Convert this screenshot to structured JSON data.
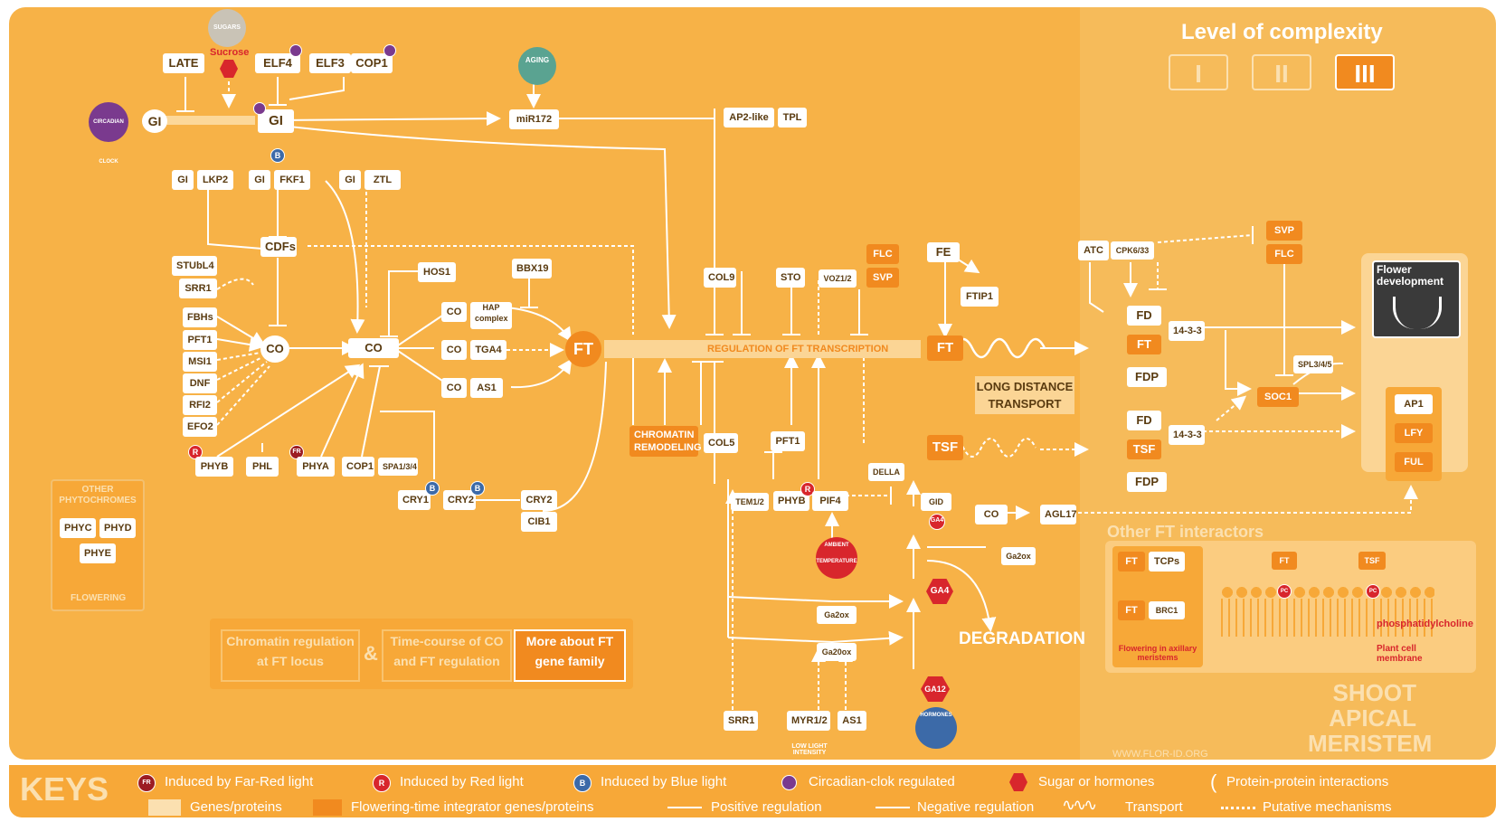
{
  "header": {
    "level_title": "Level of complexity",
    "levels": [
      "I",
      "II",
      "III"
    ],
    "active_level": "III"
  },
  "nodes": {
    "late": "LATE",
    "sucrose": "Sucrose",
    "sugars": "SUGARS",
    "elf4": "ELF4",
    "elf3": "ELF3",
    "cop1_top": "COP1",
    "aging": "AGING",
    "circadian_clock": "CIRCADIAN CLOCK",
    "gi_left": "GI",
    "gi_main": "GI",
    "mir172": "miR172",
    "ap2like": "AP2-like",
    "tpl": "TPL",
    "gi_lkp2": "GI",
    "lkp2": "LKP2",
    "gi_fkf1": "GI",
    "fkf1": "FKF1",
    "gi_ztl": "GI",
    "ztl": "ZTL",
    "cdfs": "CDFs",
    "stubl4": "STUbL4",
    "srr1_left": "SRR1",
    "fbhs": "FBHs",
    "pft1_left": "PFT1",
    "msi1": "MSI1",
    "dnf": "DNF",
    "rfi2": "RFI2",
    "efo2": "EFO2",
    "co_circle": "CO",
    "co_main": "CO",
    "hos1": "HOS1",
    "bbx19": "BBX19",
    "co_hap": "CO",
    "hap_complex": "HAP complex",
    "co_tga4": "CO",
    "tga4": "TGA4",
    "co_as1": "CO",
    "as1_mid": "AS1",
    "ft_circle": "FT",
    "band_label": "REGULATION OF FT TRANSCRIPTION",
    "col9": "COL9",
    "sto": "STO",
    "voz12": "VOZ1/2",
    "flc_mid": "FLC",
    "svp_mid": "SVP",
    "fe": "FE",
    "ftip1": "FTIP1",
    "ft_box": "FT",
    "long_distance": "LONG DISTANCE TRANSPORT",
    "tsf_box": "TSF",
    "chromatin_remodeling": "CHROMATIN REMODELING",
    "col5": "COL5",
    "pft1_mid": "PFT1",
    "della": "DELLA",
    "tem12": "TEM1/2",
    "phyb_mid": "PHYB",
    "pif4": "PIF4",
    "ambient_temperature": "AMBIENT TEMPERATURE",
    "gid": "GID",
    "ga4_top": "GA4",
    "co_right": "CO",
    "agl17": "AGL17",
    "ga2ox_right": "Ga2ox",
    "ga4": "GA4",
    "degradation": "DEGRADATION",
    "ga2ox": "Ga2ox",
    "ga20ox": "Ga20ox",
    "ga12": "GA12",
    "hormones": "HORMONES",
    "srr1_bottom": "SRR1",
    "myr12": "MYR1/2",
    "as1_bottom": "AS1",
    "low_light": "LOW LIGHT INTENSITY",
    "phyb_left": "PHYB",
    "phl": "PHL",
    "phya": "PHYA",
    "cop1_bottom": "COP1",
    "spa134": "SPA1/3/4",
    "cry1": "CRY1",
    "cry2": "CRY2",
    "cry2_cib": "CRY2",
    "cib1": "CIB1",
    "atc": "ATC",
    "cpk633": "CPK6/33",
    "svp_right": "SVP",
    "flc_right": "FLC",
    "fd_top": "FD",
    "ft_top": "FT",
    "fdp_top": "FDP",
    "p1433_top": "14-3-3",
    "spl345": "SPL3/4/5",
    "soc1": "SOC1",
    "fd_bottom": "FD",
    "tsf_bottom": "TSF",
    "fdp_bottom": "FDP",
    "p1433_bottom": "14-3-3",
    "flower_dev": "Flower development",
    "ap1": "AP1",
    "lfy": "LFY",
    "ful": "FUL"
  },
  "other_phytochromes": {
    "title": "OTHER PHYTOCHROMES",
    "phyc": "PHYC",
    "phyd": "PHYD",
    "phye": "PHYE",
    "flowering": "FLOWERING"
  },
  "links": {
    "chromatin_regulation": "Chromatin regulation at FT locus",
    "amp": "&",
    "time_course": "Time-course of CO and FT regulation",
    "more_about": "More about FT gene family"
  },
  "other_ft": {
    "title": "Other FT interactors",
    "ft": "FT",
    "tcps": "TCPs",
    "ft2": "FT",
    "brc1": "BRC1",
    "axillary": "Flowering in axillary meristems",
    "ft_mem": "FT",
    "tsf_mem": "TSF",
    "pc": "PC",
    "phosphatidylcholine": "phosphatidylcholine",
    "membrane": "Plant cell membrane"
  },
  "sam": {
    "title": "SHOOT APICAL MERISTEM",
    "url": "WWW.FLOR-ID.ORG"
  },
  "badges": {
    "fr": "FR",
    "r": "R",
    "b": "B"
  },
  "keys": {
    "title": "KEYS",
    "far_red": "Induced by Far-Red light",
    "red": "Induced by Red light",
    "blue": "Induced by Blue light",
    "circadian": "Circadian-clok regulated",
    "sugar": "Sugar or hormones",
    "ppi": "Protein-protein interactions",
    "genes": "Genes/proteins",
    "integrator": "Flowering-time integrator genes/proteins",
    "positive": "Positive regulation",
    "negative": "Negative regulation",
    "transport": "Transport",
    "putative": "Putative mechanisms"
  },
  "colors": {
    "main_bg": "#f7b247",
    "sam_bg": "#f6bb5a",
    "integrator": "#f18a1f",
    "text_brown": "#5a3b10",
    "circadian": "#7a3a8e",
    "red_badge": "#d8262c",
    "blue_badge": "#3c6aa8"
  }
}
